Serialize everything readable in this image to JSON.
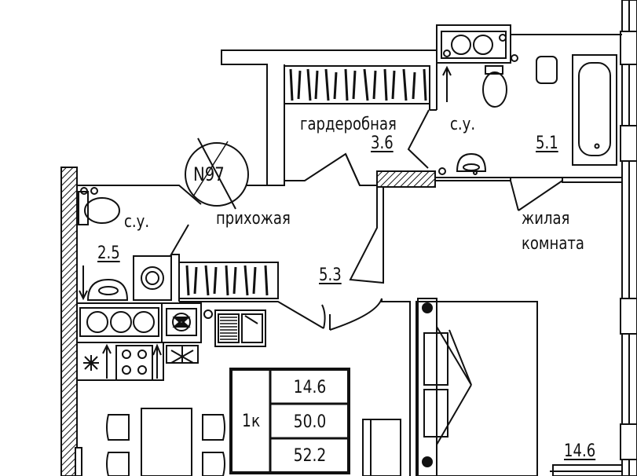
{
  "apartment": {
    "number": "N97"
  },
  "rooms": {
    "wardrobe": {
      "name": "гардеробная",
      "area": "3.6"
    },
    "bath_right": {
      "name": "с.у.",
      "area": "5.1"
    },
    "bath_left": {
      "name": "с.у.",
      "area": "2.5"
    },
    "hallway": {
      "name": "прихожая",
      "area": "5.3"
    },
    "living": {
      "name_line1": "жилая",
      "name_line2": "комната",
      "area": "14.6"
    }
  },
  "summary": {
    "rooms_label": "1к",
    "living_area": "14.6",
    "total_area": "50.0",
    "total_area_with_balcony": "52.2"
  }
}
